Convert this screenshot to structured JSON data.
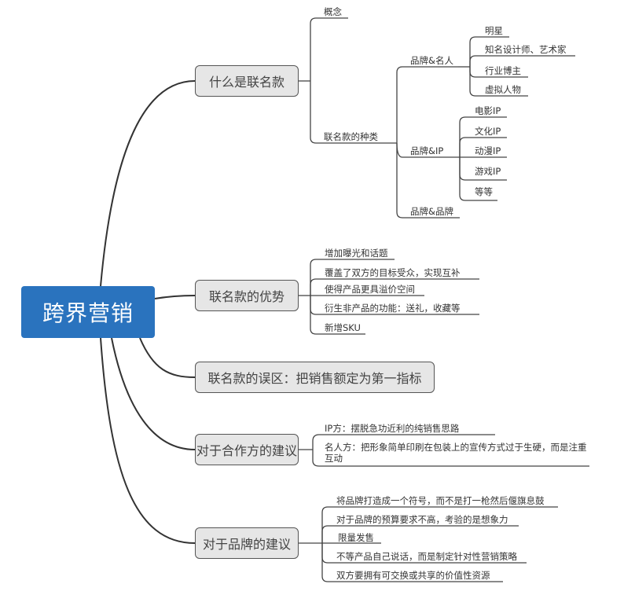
{
  "root": {
    "label": "跨界营销",
    "color": "#2a73be"
  },
  "branches": [
    {
      "label": "什么是联名款",
      "children": [
        {
          "label": "概念"
        },
        {
          "label": "联名款的种类",
          "children": [
            {
              "label": "品牌&名人",
              "children": [
                "明星",
                "知名设计师、艺术家",
                "行业博主",
                "虚拟人物"
              ]
            },
            {
              "label": "品牌&IP",
              "children": [
                "电影IP",
                "文化IP",
                "动漫IP",
                "游戏IP",
                "等等"
              ]
            },
            {
              "label": "品牌&品牌"
            }
          ]
        }
      ]
    },
    {
      "label": "联名款的优势",
      "children": [
        "增加曝光和话题",
        "覆盖了双方的目标受众，实现互补",
        "使得产品更具溢价空间",
        "衍生非产品的功能：送礼，收藏等",
        "新增SKU"
      ]
    },
    {
      "label": "联名款的误区：把销售额定为第一指标",
      "children": []
    },
    {
      "label": "对于合作方的建议",
      "children": [
        "IP方：摆脱急功近利的纯销售思路",
        "名人方：把形象简单印刷在包装上的宣传方式过于生硬，而是注重互动"
      ]
    },
    {
      "label": "对于品牌的建议",
      "children": [
        "将品牌打造成一个符号，而不是打一枪然后偃旗息鼓",
        "对于品牌的预算要求不高，考验的是想象力",
        "限量发售",
        "不等产品自己说话，而是制定针对性营销策略",
        "双方要拥有可交换或共享的价值性资源"
      ]
    }
  ]
}
